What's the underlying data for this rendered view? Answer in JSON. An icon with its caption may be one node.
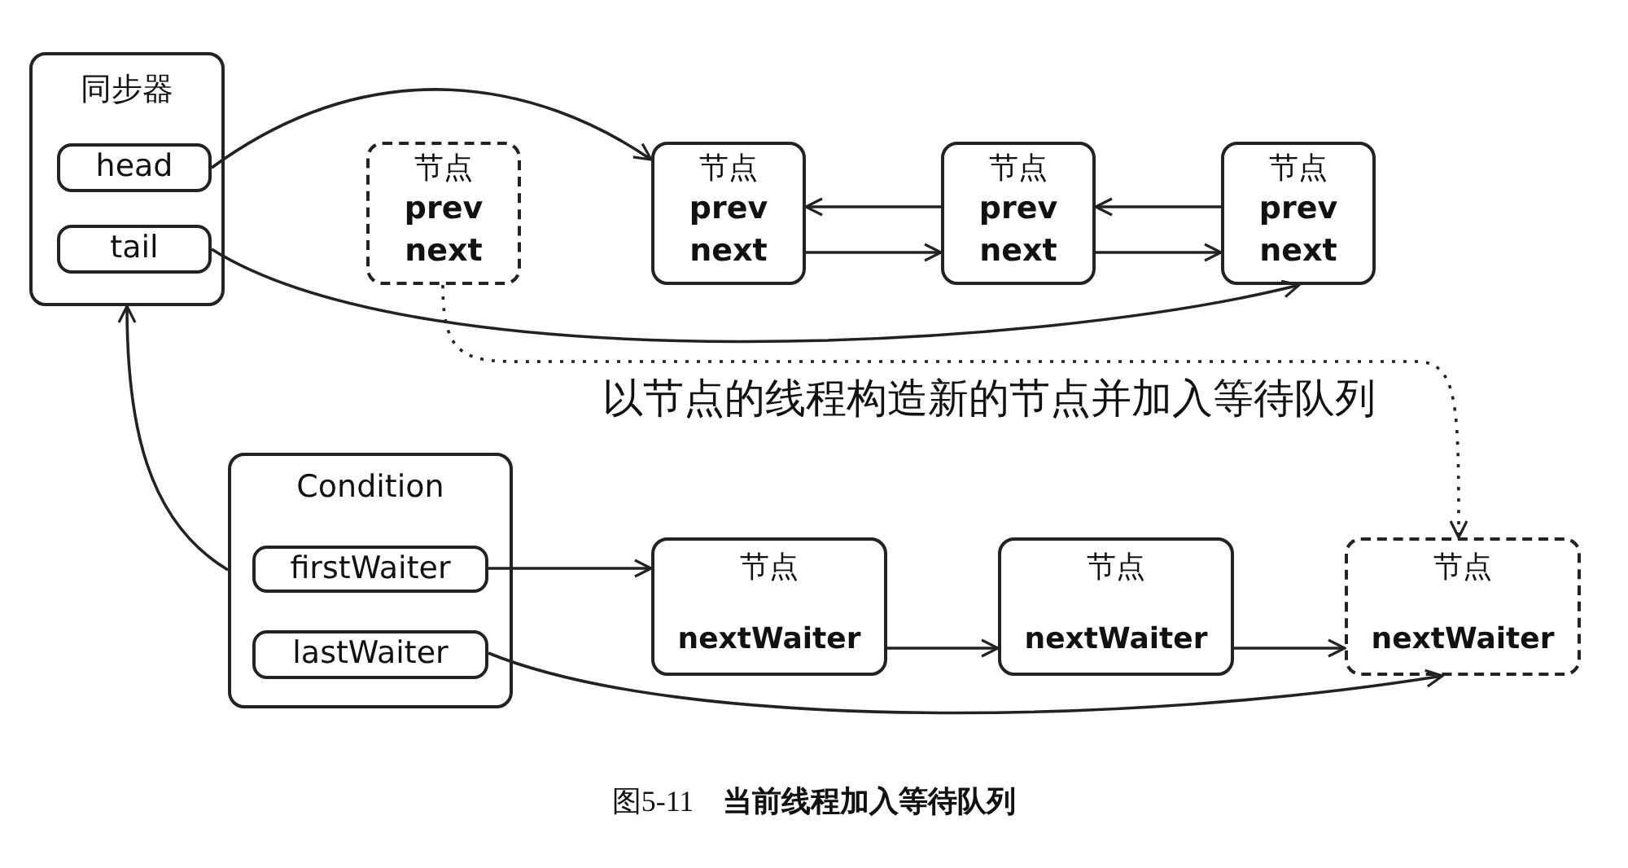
{
  "diagram": {
    "caption": "图5-11　**当前线程加入等待队列**",
    "nodes": [
      {
        "text": [
          "同步器"
        ]
      },
      {
        "text": [
          "head"
        ],
        "in": 0
      },
      {
        "text": [
          "tail"
        ],
        "in": 0
      },
      {
        "text": [
          "节点",
          "prev",
          "next"
        ]
      },
      {
        "text": [
          "节点",
          "prev",
          "next"
        ]
      },
      {
        "text": [
          "节点",
          "prev",
          "next"
        ]
      },
      {
        "text": [
          "节点",
          "prev",
          "next"
        ]
      },
      {
        "text": [
          "Condition"
        ]
      },
      {
        "text": [
          "firstWaiter"
        ],
        "in": 7
      },
      {
        "text": [
          "lastWaiter"
        ],
        "in": 7
      },
      {
        "text": [
          "节点",
          "nextWaiter"
        ]
      },
      {
        "text": [
          "节点",
          "nextWaiter"
        ]
      },
      {
        "text": [
          "节点",
          "nextWaiter"
        ]
      }
    ],
    "edges": [
      {
        "from": 1,
        "to": 4,
        "arrow": "to"
      },
      {
        "from": 2,
        "to": 6,
        "arrow": "to"
      },
      {
        "from": 5,
        "to": 4,
        "arrow": "to"
      },
      {
        "from": 4,
        "to": 5,
        "arrow": "to"
      },
      {
        "from": 6,
        "to": 5,
        "arrow": "to"
      },
      {
        "from": 5,
        "to": 6,
        "arrow": "to"
      },
      {
        "from": 7,
        "to": 0,
        "arrow": "to"
      },
      {
        "from": 3,
        "to": 12,
        "arrow": "to",
        "style": "dashed",
        "label": "以节点的线程构造新的节点并加入等待队列"
      },
      {
        "from": 8,
        "to": 10,
        "arrow": "to"
      },
      {
        "from": 10,
        "to": 11,
        "arrow": "to"
      },
      {
        "from": 11,
        "to": 12,
        "arrow": "to"
      },
      {
        "from": 9,
        "to": 12,
        "arrow": "to"
      }
    ]
  }
}
